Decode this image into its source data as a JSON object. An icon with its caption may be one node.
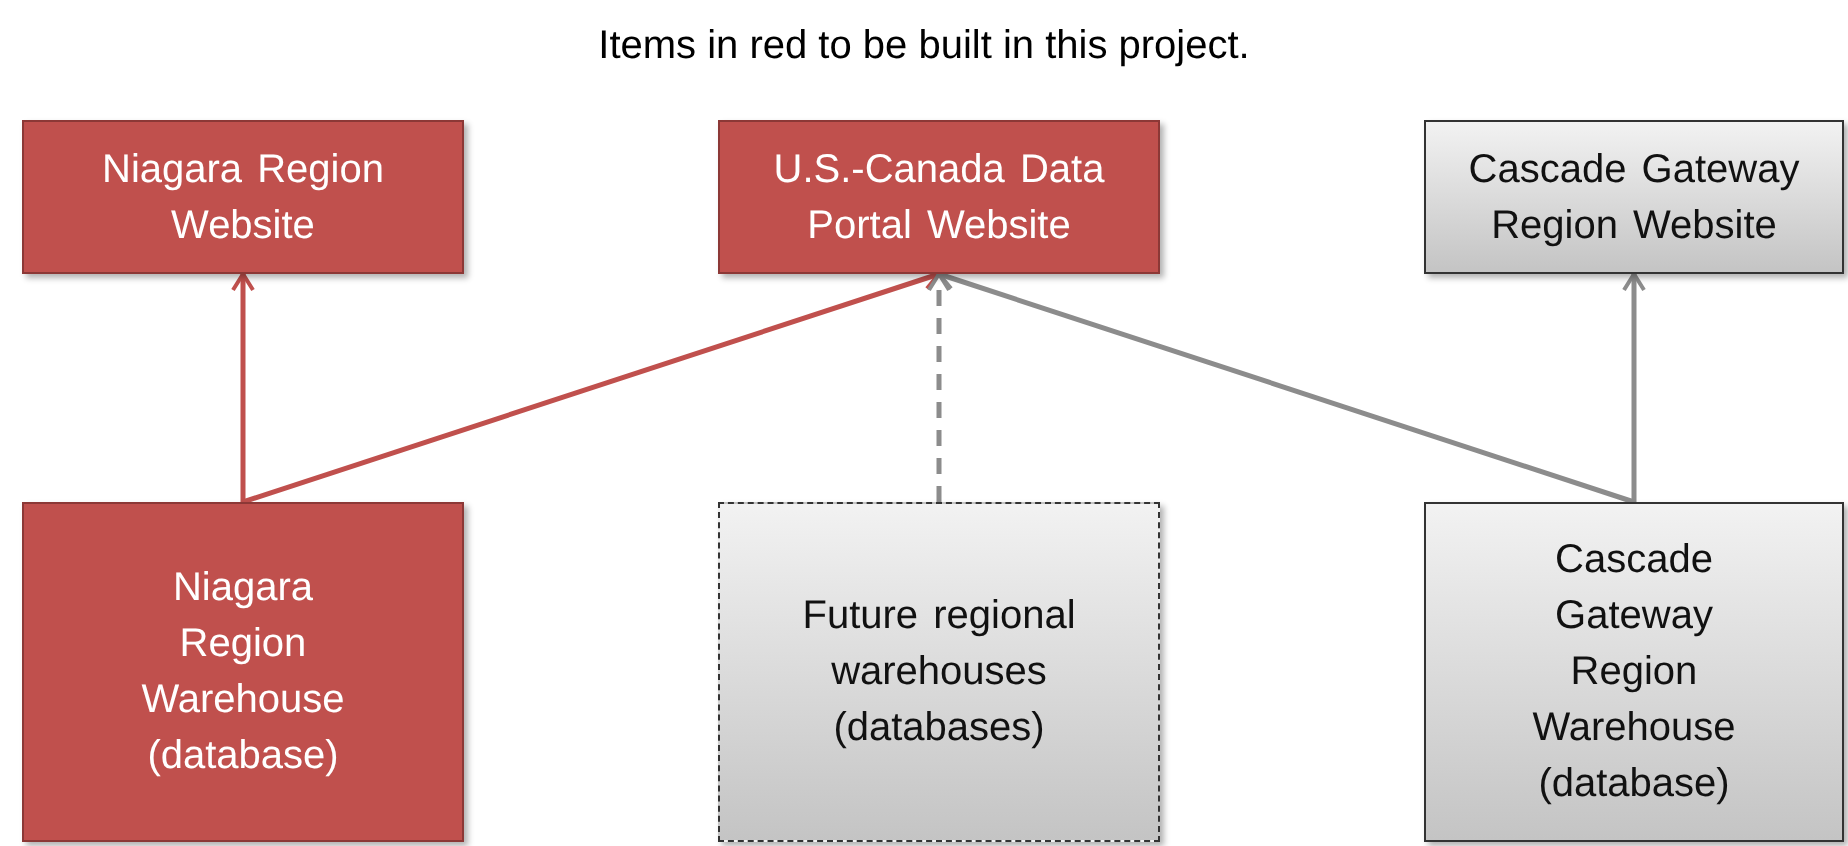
{
  "diagram": {
    "title": "Items in red to be built in this project.",
    "nodes": [
      {
        "text": [
          "Niagara Region Website"
        ]
      },
      {
        "text": [
          "U.S.-Canada Data Portal Website"
        ]
      },
      {
        "text": [
          "Cascade Gateway Region Website"
        ]
      },
      {
        "text": [
          "Niagara Region Warehouse (database)"
        ]
      },
      {
        "text": [
          "Future regional warehouses (databases)"
        ]
      },
      {
        "text": [
          "Cascade Gateway Region Warehouse (database)"
        ]
      }
    ],
    "edges": [
      {
        "from": 3,
        "to": 0,
        "arrow": "to",
        "color": "#c0504d"
      },
      {
        "from": 3,
        "to": 1,
        "arrow": "to",
        "color": "#c0504d"
      },
      {
        "from": 4,
        "to": 1,
        "arrow": "to",
        "style": "dashed"
      },
      {
        "from": 5,
        "to": 1,
        "arrow": "to"
      },
      {
        "from": 5,
        "to": 2,
        "arrow": "to"
      }
    ]
  }
}
